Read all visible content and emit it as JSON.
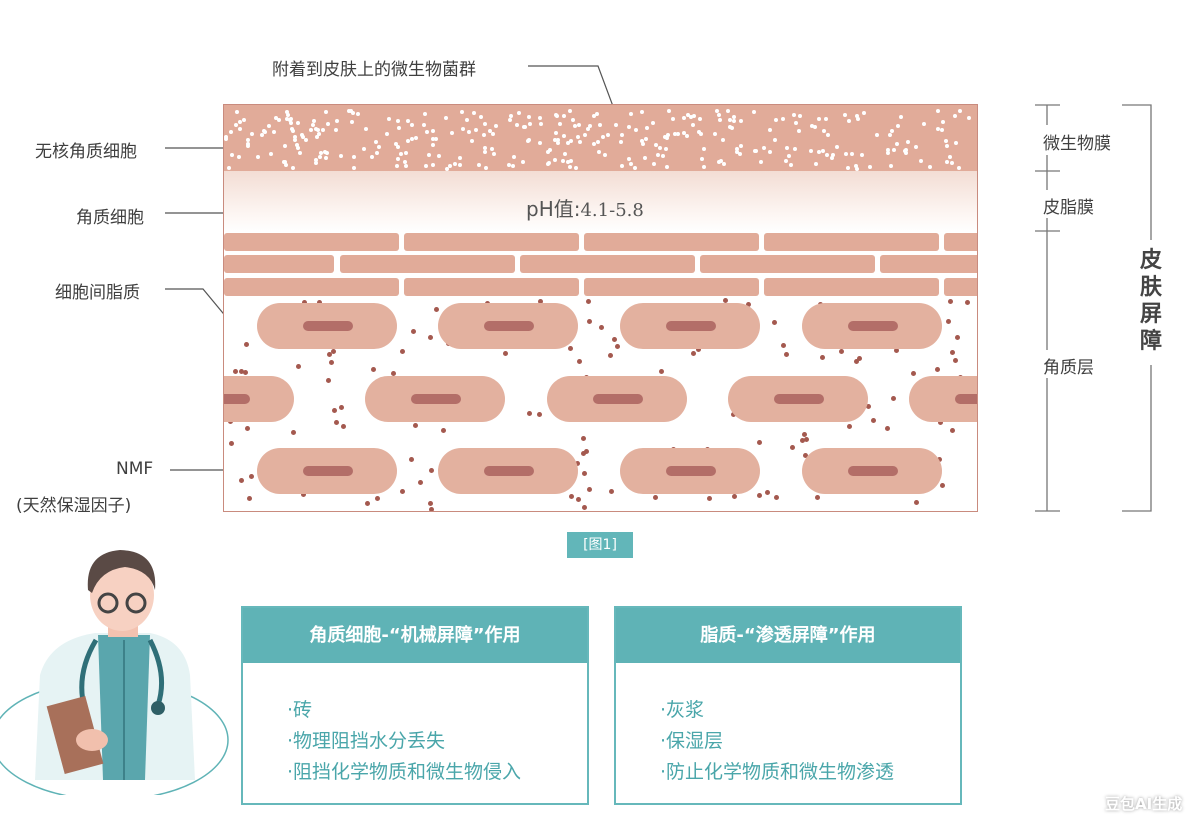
{
  "labels": {
    "microbes_attached": "附着到皮肤上的微生物菌群",
    "anucleate_corneocytes": "无核角质细胞",
    "corneocytes": "角质细胞",
    "intercellular_lipids": "细胞间脂质",
    "nmf": "NMF",
    "nmf_full": "(天然保湿因子)"
  },
  "ph": {
    "prefix": "pH值:",
    "value": "4.1-5.8"
  },
  "layers": {
    "microbial_film": "微生物膜",
    "sebum_film": "皮脂膜",
    "stratum_corneum": "角质层",
    "skin_barrier": "皮肤屏障"
  },
  "figure_caption": "[图1]",
  "cards": [
    {
      "title": "角质细胞-“机械屏障”作用",
      "items": [
        "·砖",
        "·物理阻挡水分丢失",
        "·阻挡化学物质和微生物侵入"
      ]
    },
    {
      "title": "脂质-“渗透屏障”作用",
      "items": [
        "·灰浆",
        "·保湿层",
        "·防止化学物质和微生物渗透"
      ]
    }
  ],
  "watermark": "豆包AI生成",
  "colors": {
    "skin": "#e1ab99",
    "dot": "#a4594f",
    "nucleus": "#b36e68",
    "teal": "#5fb3b6"
  }
}
